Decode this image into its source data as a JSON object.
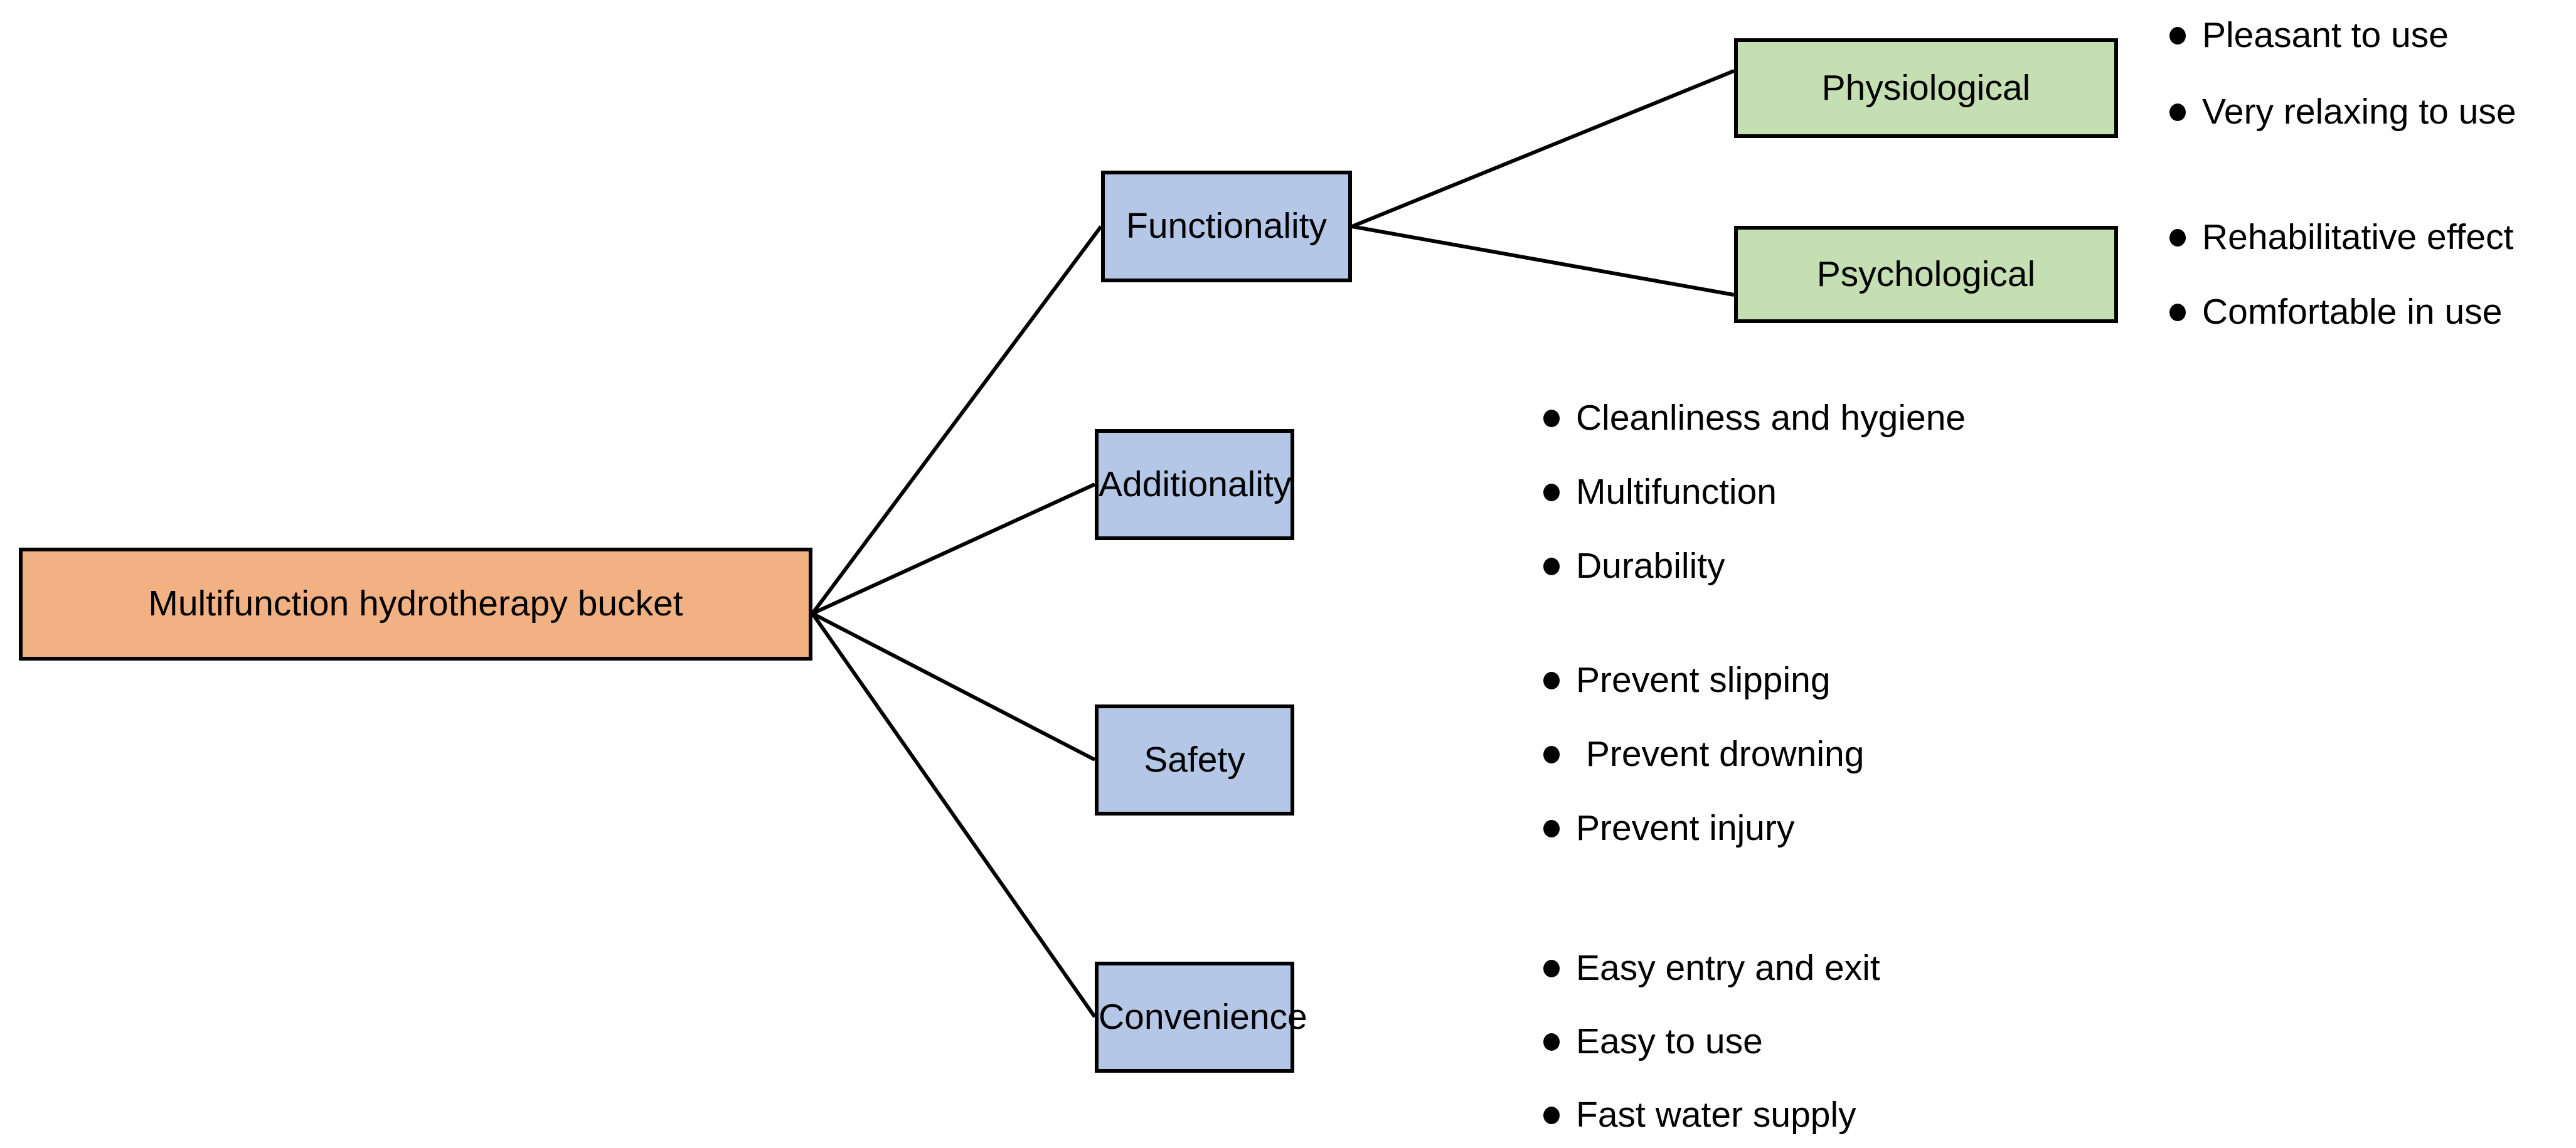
{
  "diagram": {
    "title": "Multifunction hydrotherapy bucket requirement tree",
    "colors": {
      "root_fill": "#f2b183",
      "level1_fill": "#b4c7e7",
      "level2_fill": "#c5dfb2",
      "stroke": "#000000",
      "background": "#ffffff"
    },
    "root": {
      "label": "Multifunction hydrotherapy bucket"
    },
    "branches": [
      {
        "label": "Functionality",
        "children": [
          {
            "label": "Physiological",
            "bullets": [
              "Pleasant to use",
              "Very relaxing to use"
            ]
          },
          {
            "label": "Psychological",
            "bullets": [
              "Rehabilitative effect",
              "Comfortable in use"
            ]
          }
        ],
        "bullets": []
      },
      {
        "label": "Additionality",
        "children": [],
        "bullets": [
          "Cleanliness and hygiene",
          "Multifunction",
          "Durability"
        ]
      },
      {
        "label": "Safety",
        "children": [],
        "bullets": [
          "Prevent slipping",
          " Prevent drowning",
          "Prevent injury"
        ]
      },
      {
        "label": "Convenience",
        "children": [],
        "bullets": [
          "Easy entry and exit",
          "Easy to use",
          "Fast water supply"
        ]
      }
    ]
  }
}
